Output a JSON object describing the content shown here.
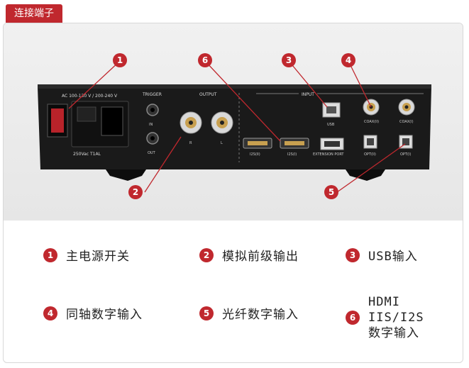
{
  "header": {
    "title": "连接端子"
  },
  "panel": {
    "voltage": "AC 100-130 V / 200-240 V",
    "fuse": "250Vac  T1AL",
    "trigger": "TRIGGER",
    "trigger_in": "IN",
    "trigger_out": "OUT",
    "output": "OUTPUT",
    "output_r": "R",
    "output_l": "L",
    "input": "INPUT",
    "usb": "USB",
    "coax2": "COAX(II)",
    "coax1": "COAX(I)",
    "i2s2": "I2S(II)",
    "i2s1": "I2S(I)",
    "ext_port": "EXTENSION PORT",
    "opt2": "OPT(II)",
    "opt1": "OPT(I)"
  },
  "callouts": [
    "1",
    "2",
    "3",
    "4",
    "5",
    "6"
  ],
  "legend": [
    {
      "num": "1",
      "label": "主电源开关"
    },
    {
      "num": "2",
      "label": "模拟前级输出"
    },
    {
      "num": "3",
      "label": "USB输入"
    },
    {
      "num": "4",
      "label": "同轴数字输入"
    },
    {
      "num": "5",
      "label": "光纤数字输入"
    },
    {
      "num": "6",
      "label_line1": "HDMI IIS/I2S",
      "label_line2": "数字输入"
    }
  ],
  "colors": {
    "accent": "#c0282e",
    "device": "#1c1c1c",
    "gold": "#c8a050"
  }
}
